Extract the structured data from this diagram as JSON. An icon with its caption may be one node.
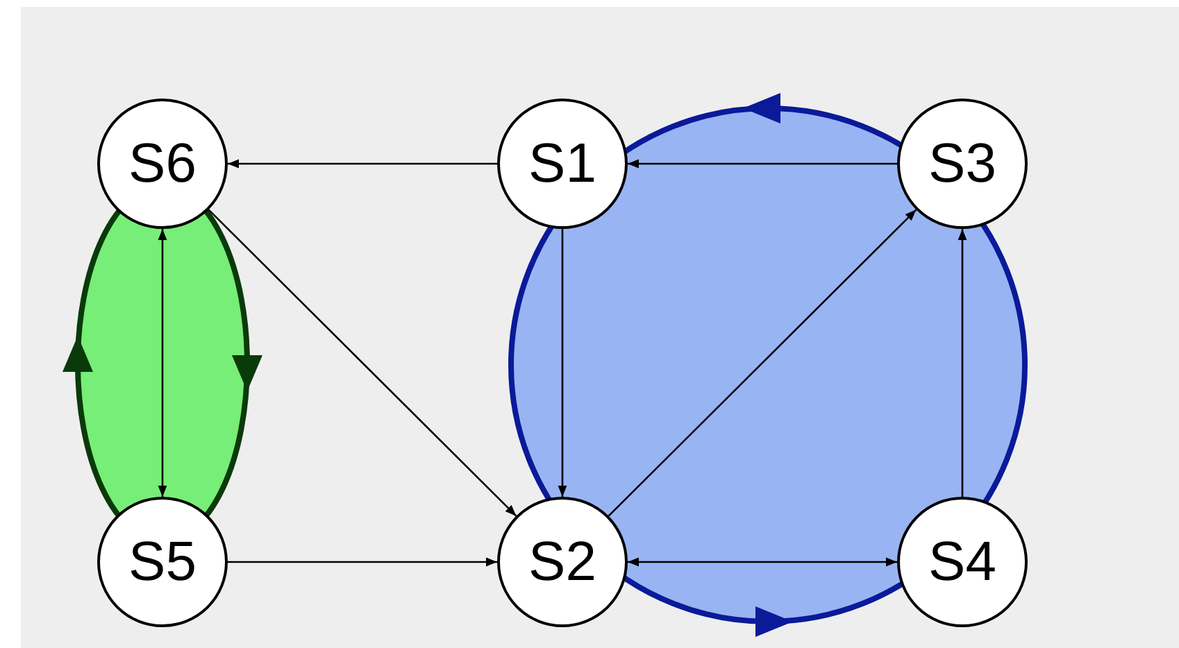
{
  "diagram": {
    "nodes": [
      {
        "text": [
          "S6"
        ]
      },
      {
        "text": [
          "S1"
        ]
      },
      {
        "text": [
          "S3"
        ]
      },
      {
        "text": [
          "S5"
        ]
      },
      {
        "text": [
          "S2"
        ]
      },
      {
        "text": [
          "S4"
        ]
      }
    ],
    "edges": [
      {
        "from": 1,
        "to": 0,
        "arrow": "to"
      },
      {
        "from": 2,
        "to": 1,
        "arrow": "to"
      },
      {
        "from": 1,
        "to": 4,
        "arrow": "to"
      },
      {
        "from": 0,
        "to": 4,
        "arrow": "to"
      },
      {
        "from": 4,
        "to": 2,
        "arrow": "to"
      },
      {
        "from": 5,
        "to": 2,
        "arrow": "to"
      },
      {
        "from": 3,
        "to": 4,
        "arrow": "to"
      },
      {
        "from": 4,
        "to": 5,
        "arrow": "both"
      },
      {
        "from": 0,
        "to": 3,
        "arrow": "both"
      }
    ]
  }
}
